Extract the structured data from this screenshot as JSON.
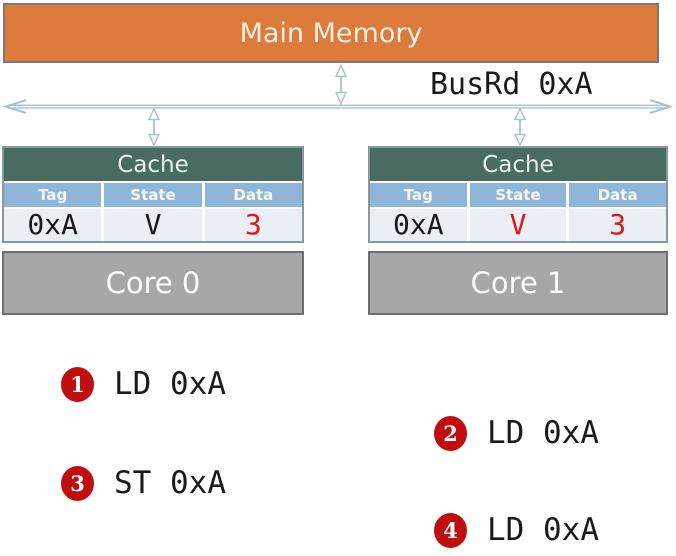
{
  "diagram": {
    "memory": {
      "label": "Main Memory"
    },
    "bus": {
      "label": "BusRd 0xA"
    },
    "caches": [
      {
        "title": "Cache",
        "columns": [
          "Tag",
          "State",
          "Data"
        ],
        "entry": {
          "tag": "0xA",
          "state": "V",
          "data": "3"
        },
        "state_highlighted": false,
        "data_highlighted": true,
        "core": {
          "label": "Core 0"
        }
      },
      {
        "title": "Cache",
        "columns": [
          "Tag",
          "State",
          "Data"
        ],
        "entry": {
          "tag": "0xA",
          "state": "V",
          "data": "3"
        },
        "state_highlighted": true,
        "data_highlighted": true,
        "core": {
          "label": "Core 1"
        }
      }
    ],
    "operations": [
      {
        "step": "1",
        "label": "LD 0xA",
        "side": "left"
      },
      {
        "step": "2",
        "label": "LD 0xA",
        "side": "right"
      },
      {
        "step": "3",
        "label": "ST 0xA",
        "side": "left"
      },
      {
        "step": "4",
        "label": "LD 0xA",
        "side": "right"
      }
    ]
  },
  "colors": {
    "memory_fill": "#DC7B3B",
    "memory_border": "#7A7A7A",
    "cache_header": "#4A6B60",
    "table_header": "#8FB6D9",
    "table_row": "#E9EFF5",
    "core_fill": "#A7A7A7",
    "core_border": "#6E6E6E",
    "arrow": "#A5C0D8",
    "badge_red": "#C00D0D",
    "value_red": "#E51414",
    "text_dark": "#1A1A1A"
  }
}
